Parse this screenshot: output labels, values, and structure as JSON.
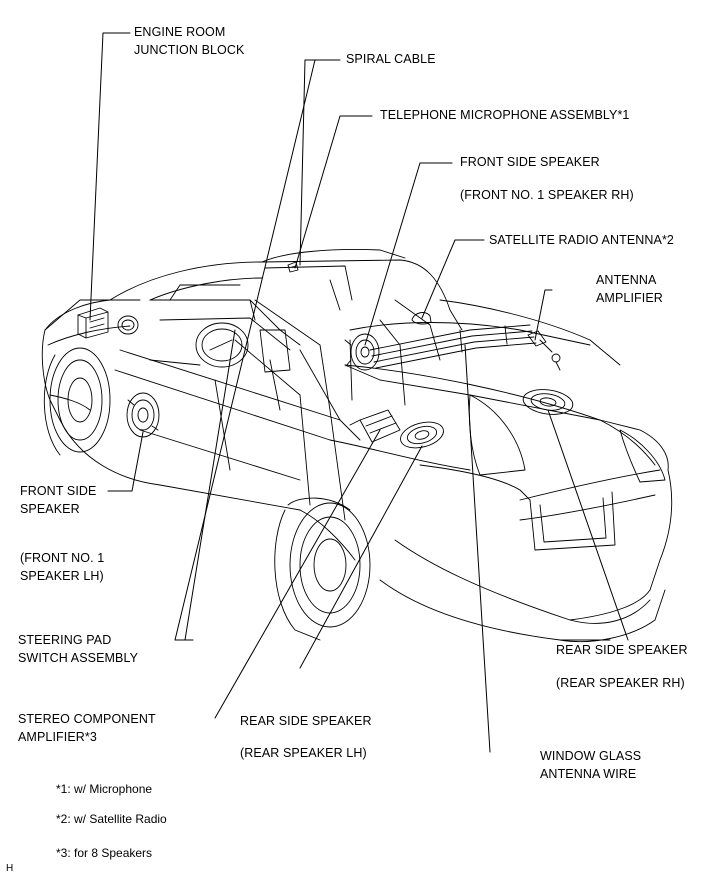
{
  "labels": {
    "engine_room_junction_block": [
      "ENGINE ROOM",
      "JUNCTION BLOCK"
    ],
    "spiral_cable": "SPIRAL CABLE",
    "telephone_microphone": "TELEPHONE MICROPHONE ASSEMBLY*1",
    "front_side_speaker_rh": "FRONT SIDE SPEAKER",
    "front_side_speaker_rh_sub": "(FRONT NO. 1 SPEAKER RH)",
    "satellite_radio_antenna": "SATELLITE RADIO ANTENNA*2",
    "antenna_amplifier": [
      "ANTENNA",
      "AMPLIFIER"
    ],
    "front_side_speaker_lh": [
      "FRONT SIDE",
      "SPEAKER"
    ],
    "front_side_speaker_lh_sub": [
      "(FRONT NO. 1",
      "SPEAKER LH)"
    ],
    "steering_pad_switch": [
      "STEERING PAD",
      "SWITCH ASSEMBLY"
    ],
    "stereo_component_amplifier": [
      "STEREO COMPONENT",
      "AMPLIFIER*3"
    ],
    "rear_side_speaker_lh": "REAR SIDE SPEAKER",
    "rear_side_speaker_lh_sub": "(REAR SPEAKER LH)",
    "rear_side_speaker_rh": "REAR SIDE SPEAKER",
    "rear_side_speaker_rh_sub": "(REAR SPEAKER RH)",
    "window_glass_antenna_wire": [
      "WINDOW GLASS",
      "ANTENNA WIRE"
    ]
  },
  "notes": [
    "*1: w/ Microphone",
    "*2: w/ Satellite Radio",
    "*3: for 8 Speakers"
  ],
  "corner_mark": "H",
  "colors": {
    "line": "#000000",
    "background": "#ffffff"
  }
}
